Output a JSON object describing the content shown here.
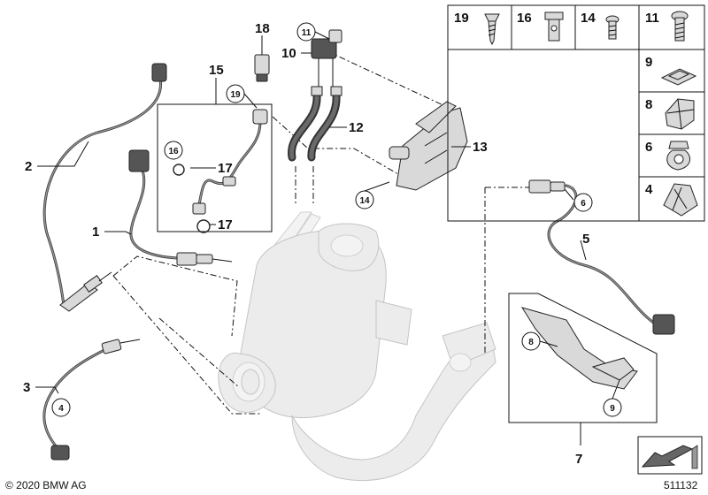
{
  "diagram": {
    "callouts": [
      {
        "id": "2",
        "text": "2"
      },
      {
        "id": "1",
        "text": "1"
      },
      {
        "id": "3",
        "text": "3"
      },
      {
        "id": "15",
        "text": "15"
      },
      {
        "id": "18",
        "text": "18"
      },
      {
        "id": "17a",
        "text": "17"
      },
      {
        "id": "17b",
        "text": "17"
      },
      {
        "id": "10",
        "text": "10"
      },
      {
        "id": "12",
        "text": "12"
      },
      {
        "id": "13",
        "text": "13"
      },
      {
        "id": "5",
        "text": "5"
      },
      {
        "id": "7",
        "text": "7"
      }
    ],
    "circled_callouts": [
      {
        "id": "11",
        "text": "11"
      },
      {
        "id": "19",
        "text": "19"
      },
      {
        "id": "16",
        "text": "16"
      },
      {
        "id": "14",
        "text": "14"
      },
      {
        "id": "6",
        "text": "6"
      },
      {
        "id": "4",
        "text": "4"
      },
      {
        "id": "8",
        "text": "8"
      },
      {
        "id": "9",
        "text": "9"
      }
    ],
    "parts_grid": [
      {
        "id": "19",
        "label": "19",
        "icon": "screw-icon"
      },
      {
        "id": "16",
        "label": "16",
        "icon": "banjo-bolt-icon"
      },
      {
        "id": "14",
        "label": "14",
        "icon": "bolt-icon"
      },
      {
        "id": "11",
        "label": "11",
        "icon": "torx-screw-icon"
      },
      {
        "id": "9",
        "label": "9",
        "icon": "clip-nut-icon"
      },
      {
        "id": "8",
        "label": "8",
        "icon": "cable-clip-icon"
      },
      {
        "id": "6",
        "label": "6",
        "icon": "hose-clamp-icon"
      },
      {
        "id": "4",
        "label": "4",
        "icon": "spring-clip-icon"
      }
    ],
    "copyright": "© 2020 BMW AG",
    "diagram_number": "511132"
  }
}
